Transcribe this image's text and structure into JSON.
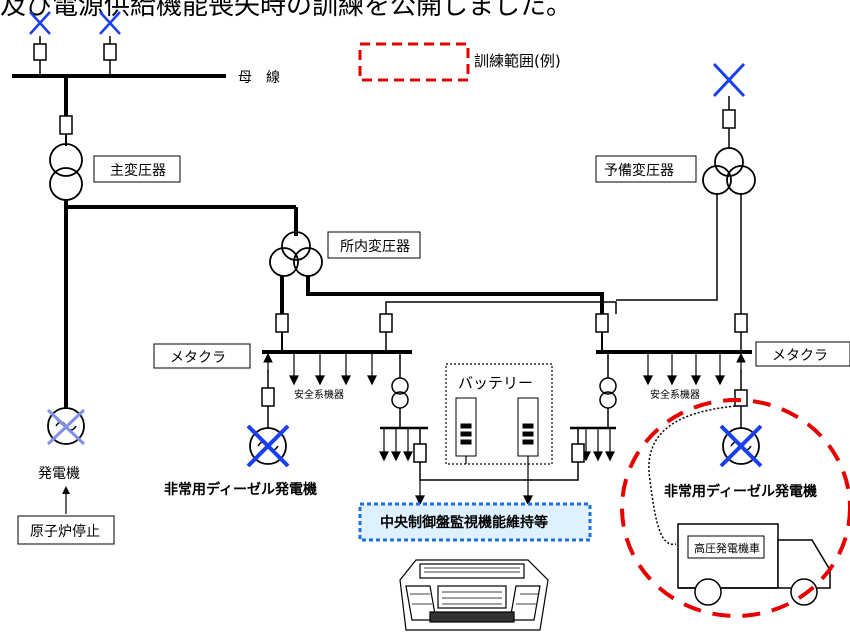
{
  "header_text": "及び電源供給機能喪失時の訓練を公開しました。",
  "labels": {
    "bus": "母　線",
    "training_scope": "訓練範囲(例)",
    "main_transformer": "主変圧器",
    "standby_transformer": "予備変圧器",
    "house_transformer": "所内変圧器",
    "metacla_left": "メタクラ",
    "metacla_right": "メタクラ",
    "safety_equipment_left": "安全系機器",
    "safety_equipment_right": "安全系機器",
    "battery": "バッテリー",
    "generator": "発電機",
    "reactor_shutdown": "原子炉停止",
    "emergency_diesel_left": "非常用ディーゼル発電機",
    "emergency_diesel_right": "非常用ディーゼル発電機",
    "central_control": "中央制御盤監視機能維持等",
    "high_voltage_truck": "高圧発電機車"
  },
  "colors": {
    "line": "#000000",
    "training_dash": "#e60000",
    "cross_mark": "#1a3ff0",
    "cross_faded": "#8090e8",
    "control_box_border": "#1e6fdc",
    "control_box_fill": "#dff1ff"
  }
}
